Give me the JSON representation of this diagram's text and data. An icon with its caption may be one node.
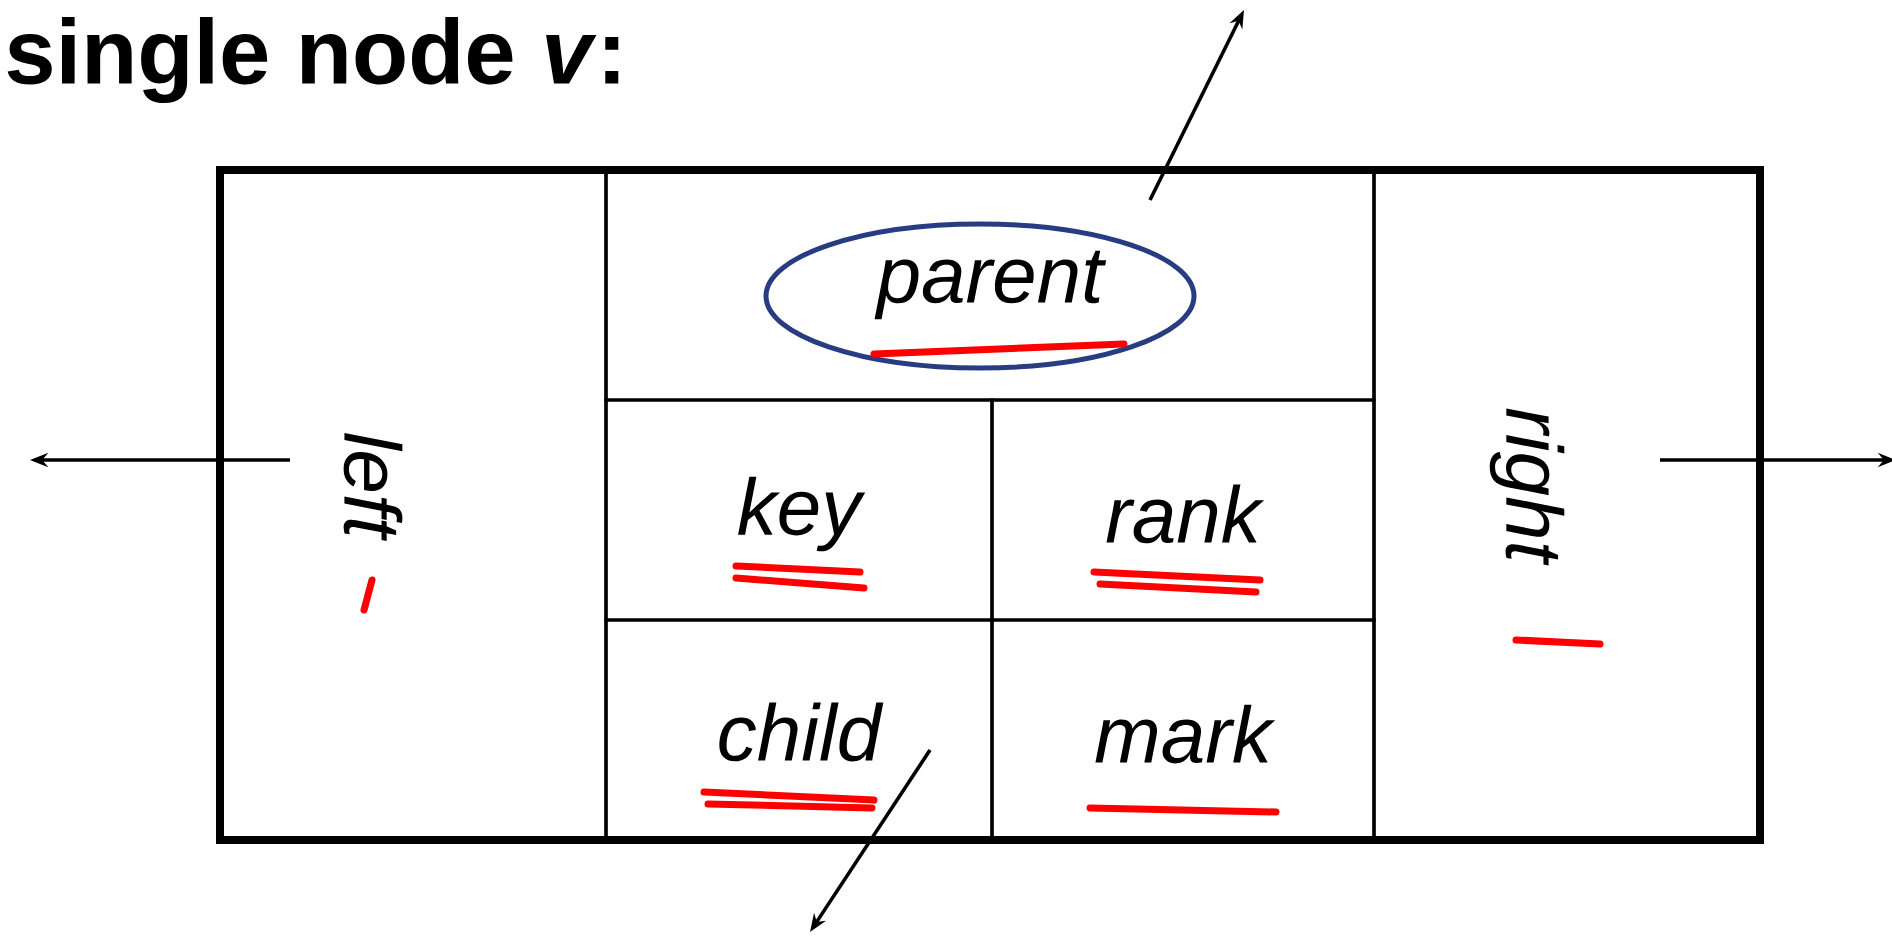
{
  "diagram": {
    "title": "single node *v*:",
    "nodes": [
      {
        "text": [],
        "shape": "box"
      },
      {
        "text": [
          "left"
        ],
        "in": 0
      },
      {
        "text": [
          "parent"
        ],
        "in": 0
      },
      {
        "text": [
          "key"
        ],
        "in": 0
      },
      {
        "text": [
          "rank"
        ],
        "in": 0
      },
      {
        "text": [
          "child"
        ],
        "in": 0
      },
      {
        "text": [
          "mark"
        ],
        "in": 0
      },
      {
        "text": [
          "right"
        ],
        "in": 0
      }
    ],
    "edges": [
      {
        "from": 2,
        "to": null,
        "arrow": "to"
      },
      {
        "from": 1,
        "to": null,
        "arrow": "to"
      },
      {
        "from": 7,
        "to": null,
        "arrow": "to"
      },
      {
        "from": 5,
        "to": null,
        "arrow": "to"
      }
    ]
  }
}
